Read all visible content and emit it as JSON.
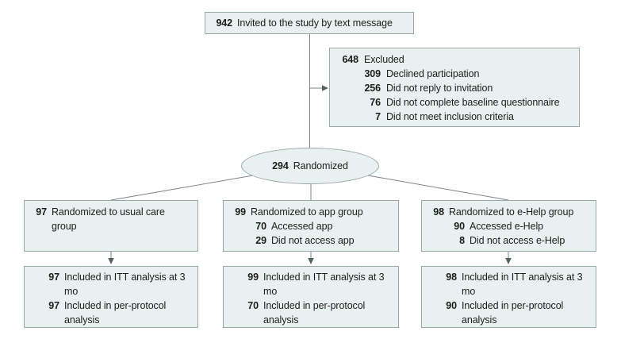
{
  "colors": {
    "box_fill": "#e9f1f0",
    "box_border": "#9aa7a7",
    "line": "#7c8688",
    "arrowhead": "#566163",
    "text": "#1d1d1d",
    "background": "#ffffff"
  },
  "invited_box": {
    "rows": [
      {
        "num": "942",
        "text": "Invited to the study by text message",
        "indent": 0
      }
    ]
  },
  "excluded_box": {
    "rows": [
      {
        "num": "648",
        "text": "Excluded",
        "indent": 0
      },
      {
        "num": "309",
        "text": "Declined participation",
        "indent": 1
      },
      {
        "num": "256",
        "text": "Did not reply to invitation",
        "indent": 1
      },
      {
        "num": "76",
        "text": "Did not complete baseline questionnaire",
        "indent": 1
      },
      {
        "num": "7",
        "text": "Did not meet inclusion criteria",
        "indent": 1
      }
    ]
  },
  "randomized": {
    "num": "294",
    "text": "Randomized"
  },
  "groups": [
    {
      "id": "usual-care",
      "rows": [
        {
          "num": "97",
          "text": "Randomized to usual care group",
          "indent": 0
        }
      ]
    },
    {
      "id": "app",
      "rows": [
        {
          "num": "99",
          "text": "Randomized to app group",
          "indent": 0
        },
        {
          "num": "70",
          "text": "Accessed app",
          "indent": 1
        },
        {
          "num": "29",
          "text": "Did not access app",
          "indent": 1
        }
      ]
    },
    {
      "id": "e-help",
      "rows": [
        {
          "num": "98",
          "text": "Randomized to e-Help group",
          "indent": 0
        },
        {
          "num": "90",
          "text": "Accessed e-Help",
          "indent": 1
        },
        {
          "num": "8",
          "text": "Did not access e-Help",
          "indent": 1
        }
      ]
    }
  ],
  "analyses": [
    {
      "id": "usual-care",
      "rows": [
        {
          "num": "97",
          "text": "Included in ITT analysis at 3 mo",
          "indent": 0
        },
        {
          "num": "97",
          "text": "Included in per-protocol analysis",
          "indent": 0
        }
      ]
    },
    {
      "id": "app",
      "rows": [
        {
          "num": "99",
          "text": "Included in ITT analysis at 3 mo",
          "indent": 0
        },
        {
          "num": "70",
          "text": "Included in per-protocol analysis",
          "indent": 0
        }
      ]
    },
    {
      "id": "e-help",
      "rows": [
        {
          "num": "98",
          "text": "Included in ITT analysis at 3 mo",
          "indent": 0
        },
        {
          "num": "90",
          "text": "Included in per-protocol analysis",
          "indent": 0
        }
      ]
    }
  ]
}
